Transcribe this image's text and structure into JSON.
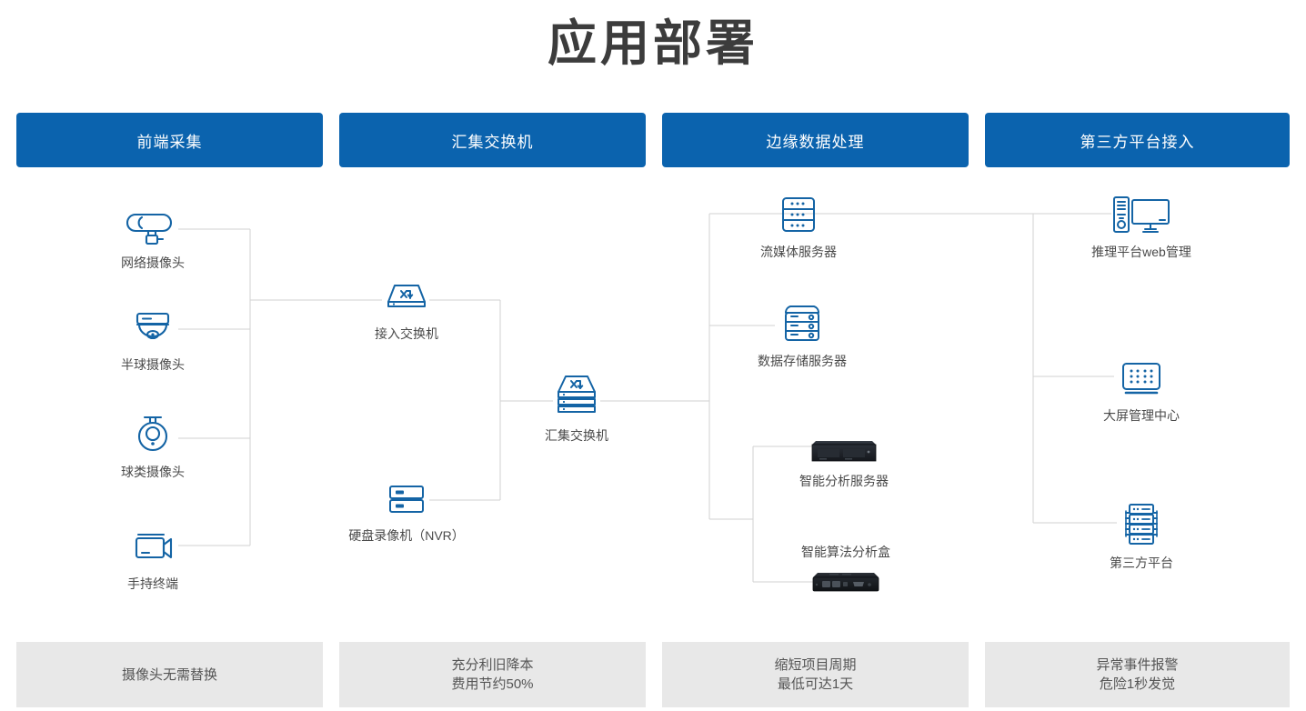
{
  "title": "应用部署",
  "columns": [
    {
      "header": "前端采集",
      "footer_lines": [
        "摄像头无需替换"
      ],
      "nodes": [
        {
          "label": "网络摄像头",
          "icon": "bullet-camera-icon"
        },
        {
          "label": "半球摄像头",
          "icon": "dome-camera-icon"
        },
        {
          "label": "球类摄像头",
          "icon": "ptz-camera-icon"
        },
        {
          "label": "手持终端",
          "icon": "camcorder-icon"
        }
      ]
    },
    {
      "header": "汇集交换机",
      "footer_lines": [
        "充分利旧降本",
        "费用节约50%"
      ],
      "nodes": [
        {
          "label": "接入交换机",
          "icon": "switch-icon"
        },
        {
          "label": "硬盘录像机（NVR）",
          "icon": "nvr-icon"
        },
        {
          "label": "汇集交换机",
          "icon": "stacked-switch-icon"
        }
      ]
    },
    {
      "header": "边缘数据处理",
      "footer_lines": [
        "缩短项目周期",
        "最低可达1天"
      ],
      "nodes": [
        {
          "label": "流媒体服务器",
          "icon": "rack-server-icon"
        },
        {
          "label": "数据存储服务器",
          "icon": "storage-server-icon"
        },
        {
          "label": "智能分析服务器",
          "icon": "analysis-server-photo"
        },
        {
          "label": "智能算法分析盒",
          "icon": "algorithm-box-photo"
        }
      ]
    },
    {
      "header": "第三方平台接入",
      "footer_lines": [
        "异常事件报警",
        "危险1秒发觉"
      ],
      "nodes": [
        {
          "label": "推理平台web管理",
          "icon": "desktop-monitor-icon"
        },
        {
          "label": "大屏管理中心",
          "icon": "video-wall-icon"
        },
        {
          "label": "第三方平台",
          "icon": "server-rack-icon"
        }
      ]
    }
  ],
  "colors": {
    "header_blue": "#0b63ae",
    "icon_blue": "#1464a5",
    "icon_dark": "#16436b",
    "wire_gray": "#d2d2d2",
    "footer_bg": "#e8e8e8",
    "title_gray": "#3c3c3c"
  }
}
